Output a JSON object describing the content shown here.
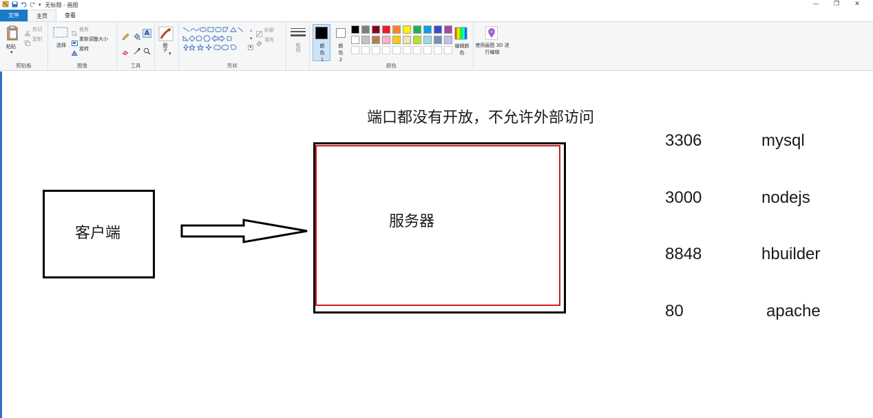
{
  "window": {
    "title": "无标题 - 画图",
    "controls": {
      "minimize": "—",
      "maximize": "❐",
      "close": "✕"
    }
  },
  "tabs": {
    "file": "文件",
    "home": "主页",
    "view": "查看"
  },
  "ribbon": {
    "clipboard": {
      "paste": "粘贴",
      "cut": "剪切",
      "copy": "复制",
      "label": "剪贴板"
    },
    "image": {
      "select": "选择",
      "crop": "裁剪",
      "resize": "重新调整大小",
      "rotate": "旋转",
      "label": "图像"
    },
    "tools": {
      "label": "工具"
    },
    "brushes": {
      "label": "刷子"
    },
    "shapes": {
      "outline": "轮廓",
      "fill": "填充",
      "label": "形状"
    },
    "size": {
      "label": "粗细"
    },
    "colors": {
      "color1": "颜色 1",
      "color2": "颜色 2",
      "edit": "编辑颜色",
      "label": "颜色",
      "palette": [
        "#000000",
        "#7f7f7f",
        "#880015",
        "#ed1c24",
        "#ff7f27",
        "#fff200",
        "#22b14c",
        "#00a2e8",
        "#3f48cc",
        "#a349a4",
        "#ffffff",
        "#c3c3c3",
        "#b97a57",
        "#ffaec9",
        "#ffc90e",
        "#efe4b0",
        "#b5e61d",
        "#99d9ea",
        "#7092be",
        "#c8bfe7"
      ]
    },
    "paint3d": {
      "label": "使用画图 3D 进行编辑"
    }
  },
  "diagram": {
    "heading": "端口都没有开放，不允许外部访问",
    "client": "客户端",
    "server": "服务器",
    "ports": [
      {
        "port": "3306",
        "service": "mysql"
      },
      {
        "port": "3000",
        "service": "nodejs"
      },
      {
        "port": "8848",
        "service": "hbuilder"
      },
      {
        "port": "80",
        "service": "apache"
      }
    ]
  }
}
